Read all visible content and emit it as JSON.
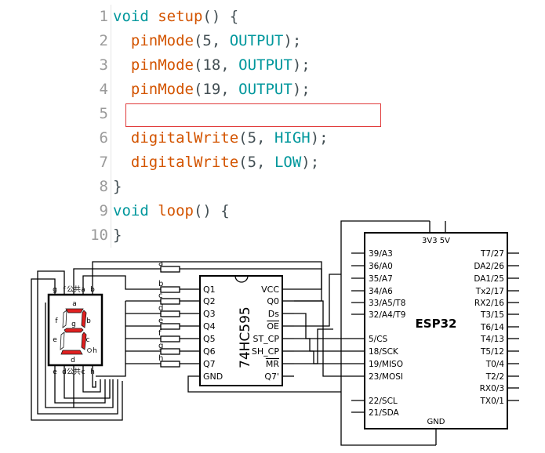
{
  "code": {
    "lines": [
      {
        "n": "1",
        "tokens": [
          {
            "t": "void",
            "c": "kw"
          },
          {
            "t": " ",
            "c": "plain"
          },
          {
            "t": "setup",
            "c": "fn"
          },
          {
            "t": "() {",
            "c": "plain"
          }
        ]
      },
      {
        "n": "2",
        "tokens": [
          {
            "t": "  ",
            "c": "plain"
          },
          {
            "t": "pinMode",
            "c": "fn"
          },
          {
            "t": "(5, ",
            "c": "plain"
          },
          {
            "t": "OUTPUT",
            "c": "const"
          },
          {
            "t": ");",
            "c": "plain"
          }
        ]
      },
      {
        "n": "3",
        "tokens": [
          {
            "t": "  ",
            "c": "plain"
          },
          {
            "t": "pinMode",
            "c": "fn"
          },
          {
            "t": "(18, ",
            "c": "plain"
          },
          {
            "t": "OUTPUT",
            "c": "const"
          },
          {
            "t": ");",
            "c": "plain"
          }
        ]
      },
      {
        "n": "4",
        "tokens": [
          {
            "t": "  ",
            "c": "plain"
          },
          {
            "t": "pinMode",
            "c": "fn"
          },
          {
            "t": "(19, ",
            "c": "plain"
          },
          {
            "t": "OUTPUT",
            "c": "const"
          },
          {
            "t": ");",
            "c": "plain"
          }
        ]
      },
      {
        "n": "5",
        "tokens": []
      },
      {
        "n": "6",
        "tokens": [
          {
            "t": "  ",
            "c": "plain"
          },
          {
            "t": "digitalWrite",
            "c": "fn"
          },
          {
            "t": "(5, ",
            "c": "plain"
          },
          {
            "t": "HIGH",
            "c": "const"
          },
          {
            "t": ");",
            "c": "plain"
          }
        ]
      },
      {
        "n": "7",
        "tokens": [
          {
            "t": "  ",
            "c": "plain"
          },
          {
            "t": "digitalWrite",
            "c": "fn"
          },
          {
            "t": "(5, ",
            "c": "plain"
          },
          {
            "t": "LOW",
            "c": "const"
          },
          {
            "t": ");",
            "c": "plain"
          }
        ]
      },
      {
        "n": "8",
        "tokens": [
          {
            "t": "}",
            "c": "plain"
          }
        ]
      },
      {
        "n": "9",
        "tokens": [
          {
            "t": "void",
            "c": "kw"
          },
          {
            "t": " ",
            "c": "plain"
          },
          {
            "t": "loop",
            "c": "fn"
          },
          {
            "t": "() {",
            "c": "plain"
          }
        ]
      },
      {
        "n": "10",
        "tokens": [
          {
            "t": "}",
            "c": "plain"
          }
        ]
      }
    ]
  },
  "colors": {
    "keyword": "#00979c",
    "function": "#d35400",
    "plain": "#434f54",
    "line_number": "#9a9a9a",
    "highlight_box": "#e03a3a",
    "segment": "#e02020"
  },
  "schematic": {
    "display": {
      "top_pins": [
        "g",
        "f",
        "公共",
        "a",
        "b"
      ],
      "bottom_pins": [
        "e",
        "d",
        "公共",
        "c",
        "h"
      ],
      "segment_labels": [
        "a",
        "b",
        "c",
        "d",
        "e",
        "f",
        "g",
        "h"
      ]
    },
    "shift_register": {
      "name": "74HC595",
      "left_pins": [
        "Q1",
        "Q2",
        "Q3",
        "Q4",
        "Q5",
        "Q6",
        "Q7",
        "GND"
      ],
      "right_pins": [
        "VCC",
        "Q0",
        "Ds",
        "OE",
        "ST_CP",
        "SH_CP",
        "MR",
        "Q7'"
      ],
      "wire_labels": [
        "a",
        "b",
        "c",
        "d",
        "e",
        "f",
        "g",
        "h"
      ]
    },
    "esp32": {
      "name": "ESP32",
      "top_pins": "3V3  5V",
      "left_pins": [
        "39/A3",
        "36/A0",
        "35/A7",
        "34/A6",
        "33/A5/T8",
        "32/A4/T9",
        "5/CS",
        "18/SCK",
        "19/MISO",
        "23/MOSI",
        "22/SCL",
        "21/SDA"
      ],
      "right_pins": [
        "T7/27",
        "DA2/26",
        "DA1/25",
        "Tx2/17",
        "RX2/16",
        "T3/15",
        "T6/14",
        "T4/13",
        "T5/12",
        "T0/4",
        "T2/2",
        "RX0/3",
        "TX0/1"
      ],
      "bottom_pin": "GND"
    }
  }
}
